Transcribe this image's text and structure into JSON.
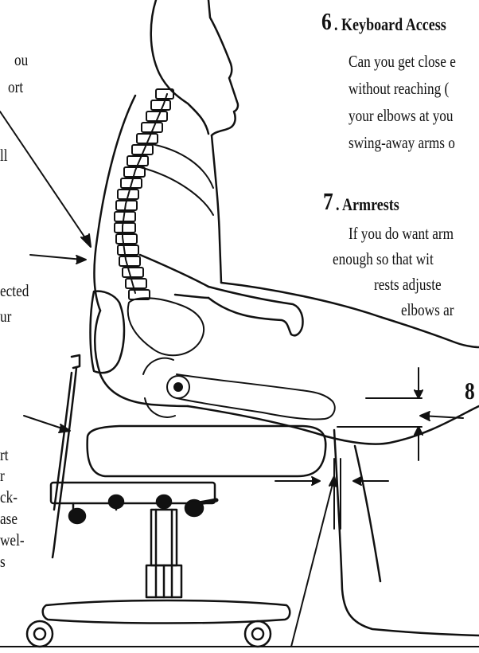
{
  "section6": {
    "number": "6",
    "title": ". Keyboard Access",
    "lines": [
      "Can you get close e",
      "without reaching (",
      "your elbows at you",
      "swing-away arms o"
    ]
  },
  "section7": {
    "number": "7",
    "title": ". Armrests",
    "lines": [
      "If you do want arm",
      "enough so that wit",
      "rests adjuste",
      "elbows ar"
    ]
  },
  "section8": {
    "number": "8"
  },
  "left_fragments": {
    "top": [
      "ou",
      "ort"
    ],
    "mid": [
      "ll"
    ],
    "lumbar": [
      "ected",
      "ur"
    ],
    "bottom": [
      "rt",
      "r",
      "ck-",
      "ase",
      "wel-",
      "s"
    ]
  }
}
